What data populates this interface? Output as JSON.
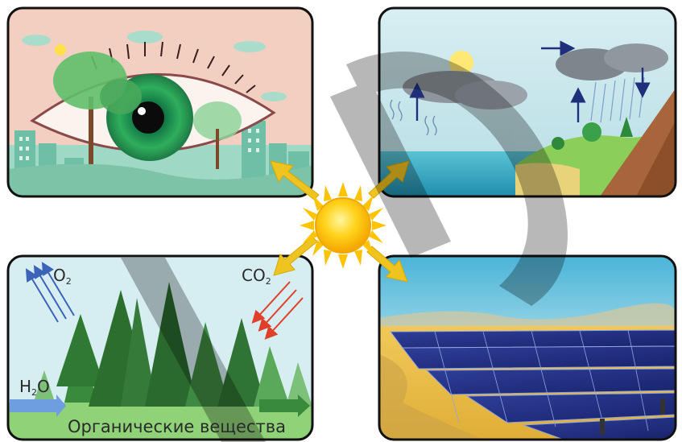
{
  "panels": [
    {
      "id": "vision",
      "description_icon": "eye-with-trees-city"
    },
    {
      "id": "water-cycle",
      "description_icon": "rain-cloud-sea-mountain"
    },
    {
      "id": "photosynthesis",
      "description_icon": "forest"
    },
    {
      "id": "solar-energy",
      "description_icon": "solar-panels-desert"
    }
  ],
  "labels": {
    "o2_main": "O",
    "o2_sub": "2",
    "co2_main": "CO",
    "co2_sub": "2",
    "h2o_h": "H",
    "h2o_sub": "2",
    "h2o_o": "O",
    "organic": "Органические вещества"
  },
  "colors": {
    "sun": "#ffd21a",
    "sun_core": "#ffb800",
    "ray_arrow": "#f0c420",
    "o2_arrow": "#3b63b8",
    "co2_arrow": "#e0402a",
    "panel_border": "#111111",
    "watermark": "#000000"
  },
  "icons": [
    "sun-icon",
    "arrow-icon",
    "tree-icon",
    "cloud-icon",
    "solar-panel-icon",
    "eye-icon"
  ]
}
